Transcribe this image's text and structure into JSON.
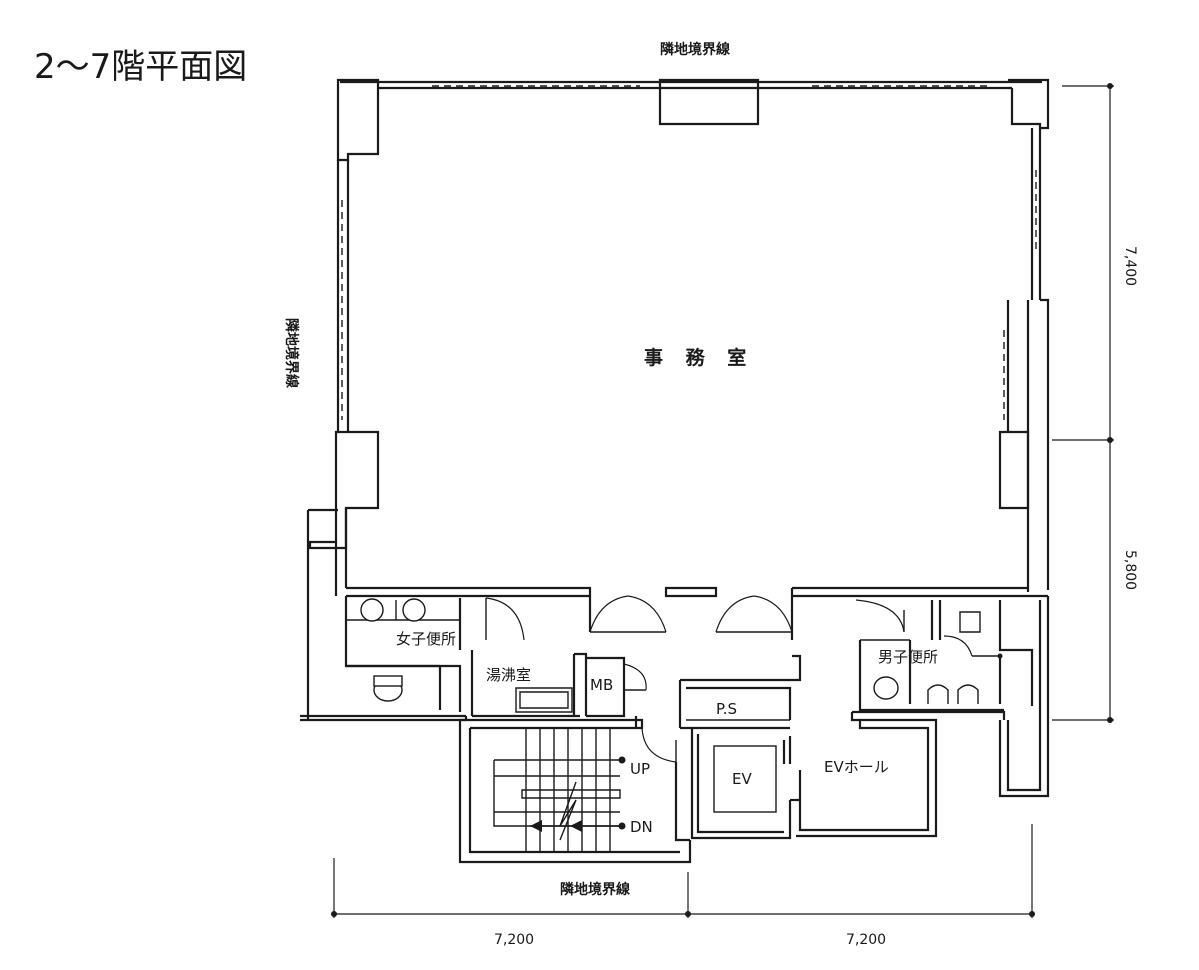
{
  "title": "2～7階平面図",
  "boundary_labels": {
    "top": "隣地境界線",
    "left": "隣地境界線",
    "bottom": "隣地境界線"
  },
  "rooms": {
    "office": "事 務 室",
    "womens_toilet": "女子便所",
    "kitchenette": "湯沸室",
    "mb": "MB",
    "ps": "P.S",
    "ev": "EV",
    "ev_hall": "EVホール",
    "mens_toilet": "男子便所"
  },
  "stairs": {
    "up": "UP",
    "down": "DN"
  },
  "dimensions": {
    "right_upper": "7,400",
    "right_lower": "5,800",
    "bottom_left": "7,200",
    "bottom_right": "7,200"
  }
}
